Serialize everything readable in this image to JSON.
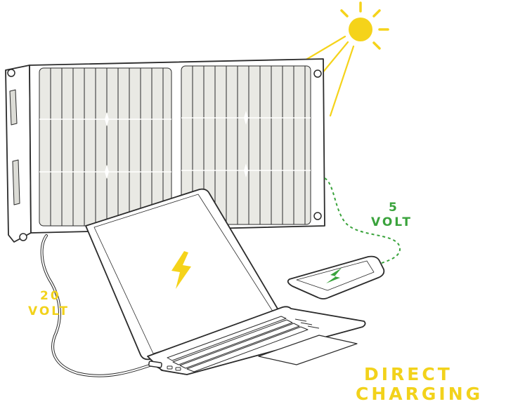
{
  "labels": {
    "phone_voltage_value": "5",
    "phone_voltage_unit": "VOLT",
    "laptop_voltage_value": "20",
    "laptop_voltage_unit": "VOLT",
    "headline_line1": "DIRECT",
    "headline_line2": "CHARGING"
  },
  "colors": {
    "yellow": "#f2d21b",
    "green": "#3aa33c",
    "outline": "#2b2b2b",
    "panel_fill": "#e9e9e4"
  },
  "icons": {
    "sun": "sun-icon",
    "laptop_bolt": "lightning-bolt-icon",
    "phone_bolt": "lightning-bolt-icon"
  }
}
